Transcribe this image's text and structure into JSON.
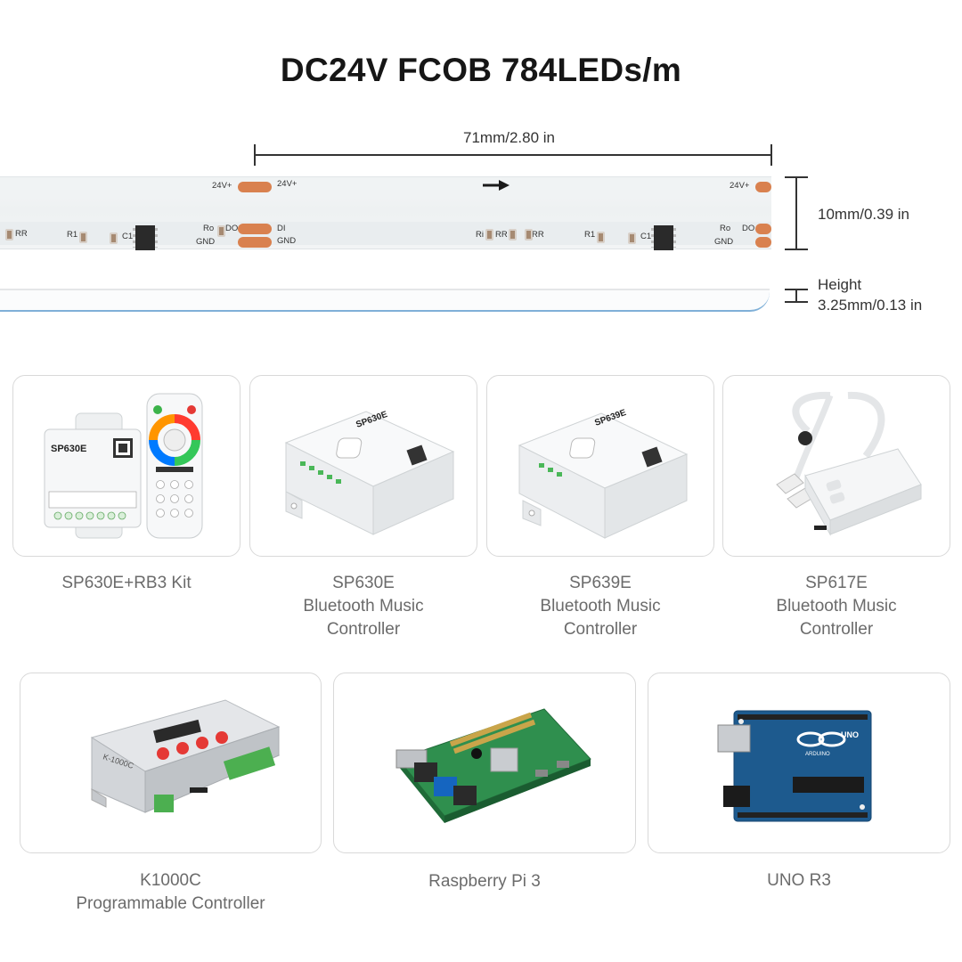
{
  "title": "DC24V FCOB 784LEDs/m",
  "dimensions": {
    "length": "71mm/2.80 in",
    "width": "10mm/0.39 in",
    "height_label": "Height",
    "height_value": "3.25mm/0.13 in"
  },
  "strip_silkscreen": {
    "v24": "24V+",
    "gnd": "GND",
    "di": "DI",
    "do": "DO",
    "ro": "Ro",
    "ri": "Ri",
    "rr": "RR",
    "r1": "R1",
    "c1": "C1"
  },
  "products_row1": [
    {
      "lines": [
        "SP630E+RB3 Kit"
      ]
    },
    {
      "lines": [
        "SP630E",
        "Bluetooth Music",
        "Controller"
      ]
    },
    {
      "lines": [
        "SP639E",
        "Bluetooth Music",
        "Controller"
      ]
    },
    {
      "lines": [
        "SP617E",
        "Bluetooth Music",
        "Controller"
      ]
    }
  ],
  "products_row2": [
    {
      "lines": [
        "K1000C",
        "Programmable Controller"
      ]
    },
    {
      "lines": [
        "Raspberry Pi 3"
      ]
    },
    {
      "lines": [
        "UNO R3"
      ]
    }
  ],
  "device_labels": {
    "sp630e": "SP630E",
    "sp639e": "SP639E",
    "k1000c": "K-1000C",
    "uno": "UNO",
    "arduino": "ARDUINO"
  },
  "colors": {
    "pad": "#d9814f",
    "strip": "#f0f3f4",
    "card_border": "#d9d9d9",
    "caption": "#6b6b6b",
    "arduino_blue": "#1d5a8e",
    "rpi_green": "#2f8f4e"
  }
}
